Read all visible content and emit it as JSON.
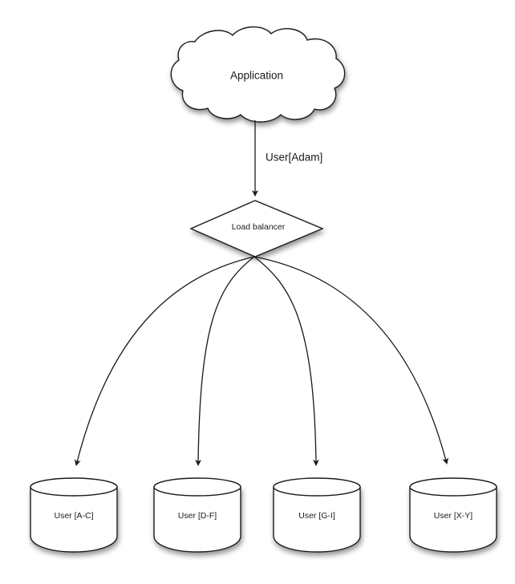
{
  "diagram": {
    "type": "architecture-flow",
    "background_color": "#ffffff",
    "stroke_color": "#1a1a1a",
    "fill_color": "#ffffff",
    "nodes": {
      "cloud": {
        "shape": "cloud",
        "label": "Application"
      },
      "diamond": {
        "shape": "diamond",
        "label": "Load balancer"
      },
      "databases": [
        {
          "shape": "cylinder",
          "label": "User [A-C]"
        },
        {
          "shape": "cylinder",
          "label": "User [D-F]"
        },
        {
          "shape": "cylinder",
          "label": "User [G-I]"
        },
        {
          "shape": "cylinder",
          "label": "User [X-Y]"
        }
      ]
    },
    "edges": {
      "cloud_to_diamond": {
        "label": "User[Adam]",
        "arrow": true
      },
      "diamond_to_databases_count": 4
    }
  }
}
